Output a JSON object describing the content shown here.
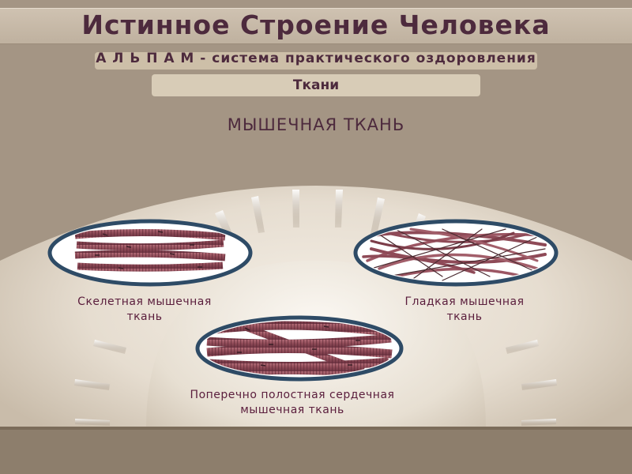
{
  "header": {
    "title": "Истинное Строение Человека",
    "subtitle": "А Л Ь П А М - система практического оздоровления"
  },
  "section": {
    "label": "Ткани"
  },
  "main": {
    "heading": "МЫШЕЧНАЯ ТКАНЬ",
    "tissues": [
      {
        "id": "skeletal",
        "label_line1": "Скелетная мышечная",
        "label_line2": "ткань"
      },
      {
        "id": "smooth",
        "label_line1": "Гладкая мышечная",
        "label_line2": "ткань"
      },
      {
        "id": "cardiac",
        "label_line1": "Поперечно полостная сердечная",
        "label_line2": "мышечная ткань"
      }
    ]
  },
  "colors": {
    "background": "#a49584",
    "title_text": "#4d2a3d",
    "label_text": "#5a1d3c",
    "ellipse_border": "#2e4b66",
    "muscle_fiber": "#94515c",
    "fiber_stripe": "#5b2a35",
    "stage_light": "#f2ece3"
  }
}
